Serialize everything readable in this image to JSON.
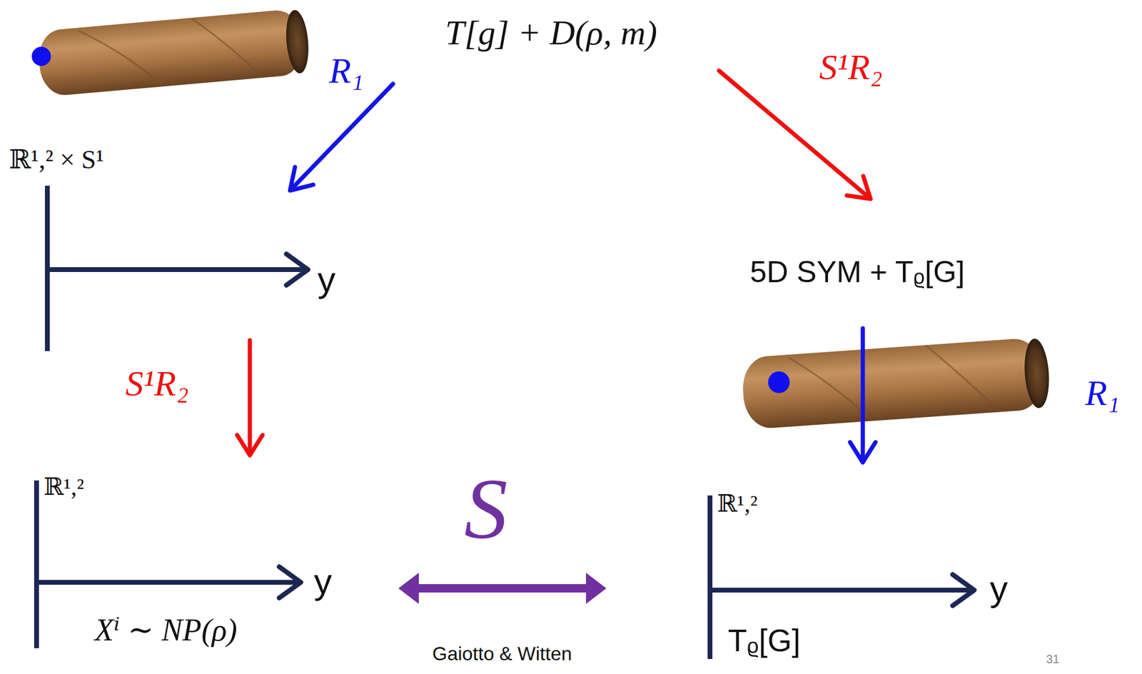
{
  "diagram": {
    "nodes": [
      {
        "text": [
          "T[g] + D(ρ, m)"
        ]
      },
      {
        "text": [
          "ℝ¹,² × S¹",
          "y"
        ]
      },
      {
        "text": [
          "5D SYM + Tᵨ[G]"
        ]
      },
      {
        "text": [
          "ℝ¹,²",
          "y",
          "Xⁱ ∼ NP(ρ)"
        ]
      },
      {
        "text": [
          "ℝ¹,²",
          "y",
          "Tᵨ[G]"
        ]
      }
    ],
    "edges": [
      {
        "from": 0,
        "to": 1,
        "arrow": "to",
        "label": "R₁"
      },
      {
        "from": 0,
        "to": 2,
        "arrow": "to",
        "label": "S¹R₂"
      },
      {
        "from": 1,
        "to": 3,
        "arrow": "to",
        "label": "S¹R₂"
      },
      {
        "from": 2,
        "to": 4,
        "arrow": "to",
        "label": "R₁"
      },
      {
        "from": 3,
        "to": 4,
        "arrow": "both",
        "label": "S"
      }
    ],
    "labels": [
      "Gaiotto & Witten",
      "31"
    ]
  }
}
